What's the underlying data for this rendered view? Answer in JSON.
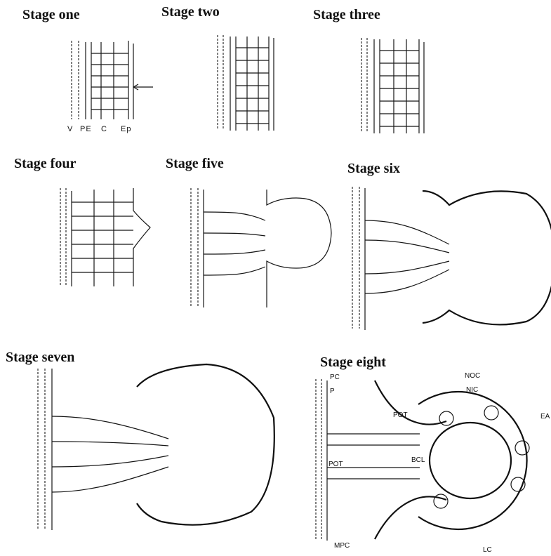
{
  "stages": [
    {
      "title": "Stage one"
    },
    {
      "title": "Stage two"
    },
    {
      "title": "Stage three"
    },
    {
      "title": "Stage four"
    },
    {
      "title": "Stage five"
    },
    {
      "title": "Stage six"
    },
    {
      "title": "Stage seven"
    },
    {
      "title": "Stage eight"
    }
  ],
  "stage_one_labels": {
    "v": "V",
    "pe": "PE",
    "c": "C",
    "ep": "Ep"
  },
  "stage_eight_labels": {
    "pc_top": "PC",
    "p": "P",
    "noc": "NOC",
    "nic": "NIC",
    "pot_top": "POT",
    "pot_bottom": "POT",
    "bcl": "BCL",
    "mpc": "MPC",
    "ea": "EA",
    "lc": "LC"
  }
}
